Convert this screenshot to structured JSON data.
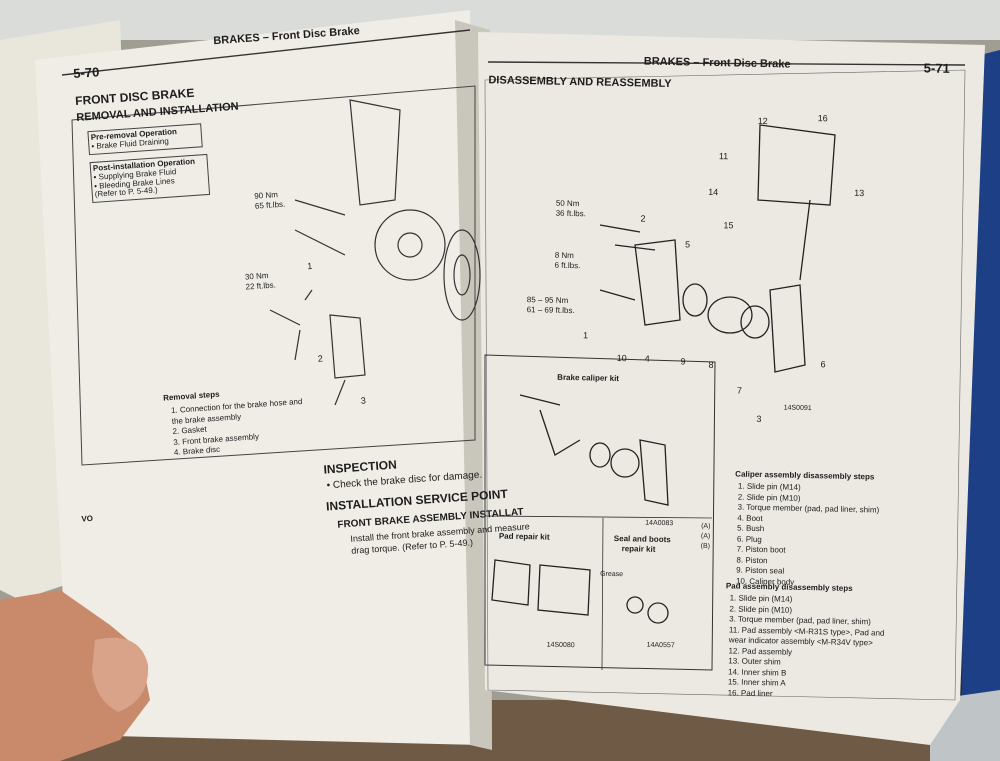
{
  "left_page": {
    "page_number": "5-70",
    "header": "BRAKES – Front Disc Brake",
    "title": "FRONT DISC BRAKE",
    "subtitle": "REMOVAL AND INSTALLATION",
    "pre_removal_title": "Pre-removal Operation",
    "pre_removal_items": [
      "• Brake Fluid Draining"
    ],
    "post_install_title": "Post-installation Operation",
    "post_install_items": [
      "• Supplying Brake Fluid",
      "• Bleeding Brake Lines",
      "  (Refer to P. 5-49.)"
    ],
    "torque_1": [
      "90 Nm",
      "65 ft.lbs."
    ],
    "torque_2": [
      "30 Nm",
      "22 ft.lbs."
    ],
    "callouts": [
      "1",
      "2",
      "3"
    ],
    "removal_steps_title": "Removal steps",
    "removal_steps": [
      "1. Connection for the brake hose and",
      "    the brake assembly",
      "2. Gasket",
      "3. Front brake assembly",
      "4. Brake disc"
    ],
    "inspection_title": "INSPECTION",
    "inspection_text": "•  Check the brake disc for damage.",
    "install_service_title": "INSTALLATION SERVICE POINT",
    "assembly_install_title": "FRONT BRAKE ASSEMBLY INSTALLAT",
    "install_text": [
      "Install the front brake assembly and measure",
      "drag torque. (Refer to P. 5-49.)"
    ],
    "edge_label": "VO"
  },
  "right_page": {
    "page_number": "5-71",
    "header": "BRAKES – Front Disc Brake",
    "title": "DISASSEMBLY AND REASSEMBLY",
    "torque_1": [
      "50 Nm",
      "36 ft.lbs."
    ],
    "torque_2": [
      "8 Nm",
      "6 ft.lbs."
    ],
    "torque_3": [
      "85 – 95 Nm",
      "61 – 69 ft.lbs."
    ],
    "callouts": [
      "1",
      "2",
      "3",
      "4",
      "5",
      "6",
      "7",
      "8",
      "9",
      "10",
      "11",
      "12",
      "13",
      "14",
      "15",
      "16"
    ],
    "figure_code_1": "14S0091",
    "figure_code_2": "14A0083",
    "figure_code_3": "14S0080",
    "figure_code_4": "14A0557",
    "caliper_kit_title": "Brake caliper kit",
    "pad_kit_title": "Pad repair kit",
    "seal_kit_title": [
      "Seal and boots",
      "repair kit"
    ],
    "grease_label": "Grease",
    "caliper_steps_title": "Caliper assembly disassembly steps",
    "caliper_steps": [
      "1. Slide pin (M14)",
      "2. Slide pin (M10)",
      "3. Torque member (pad, pad liner, shim)",
      "4. Boot",
      "5. Bush",
      "6. Plug",
      "7. Piston boot",
      "8. Piston",
      "9. Piston seal",
      "10. Caliper body"
    ],
    "pad_steps_title": "Pad assembly disassembly steps",
    "pad_steps": [
      "1. Slide pin (M14)",
      "2. Slide pin (M10)",
      "3. Torque member (pad, pad liner, shim)",
      "11. Pad assembly <M-R31S type>, Pad and",
      "     wear indicator assembly <M-R34V type>",
      "12. Pad assembly",
      "13. Outer shim",
      "14. Inner shim B",
      "15. Inner shim A",
      "16. Pad liner"
    ],
    "legend_marks": [
      "(A)",
      "(A)",
      "(B)"
    ]
  }
}
